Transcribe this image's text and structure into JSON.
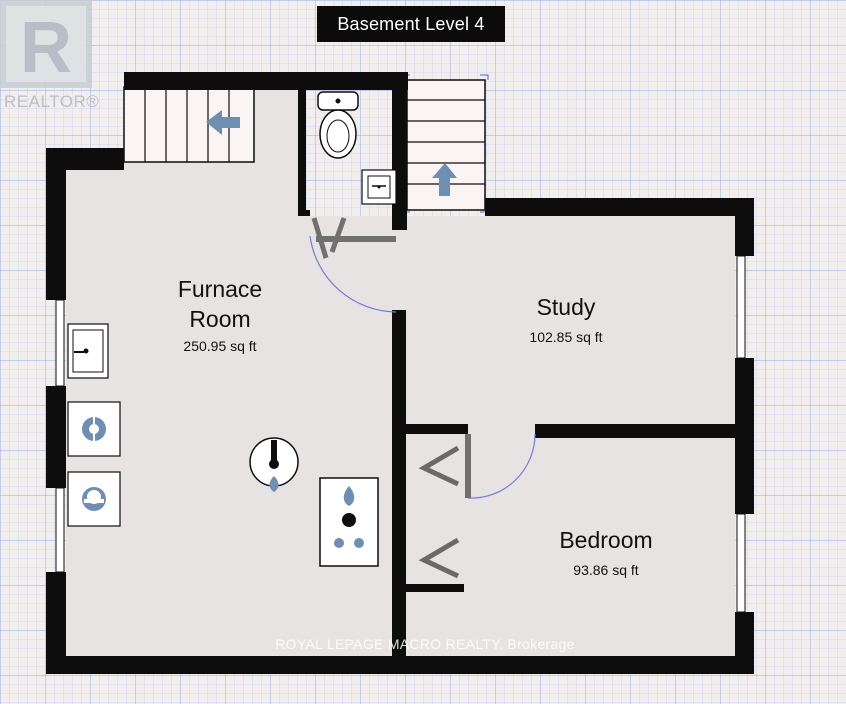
{
  "title": "Basement Level 4",
  "rooms": {
    "furnace": {
      "name_line1": "Furnace",
      "name_line2": "Room",
      "area": "250.95 sq ft"
    },
    "study": {
      "name": "Study",
      "area": "102.85 sq ft"
    },
    "bedroom": {
      "name": "Bedroom",
      "area": "93.86 sq ft"
    }
  },
  "watermark": "ROYAL LEPAGE MACRO REALTY, Brokerage",
  "logo": {
    "text": "REALTOR®",
    "mark": "R"
  },
  "colors": {
    "background": "#f2eeee",
    "grid": "#9fb7ec",
    "wall": "#0d0d0d",
    "stair_fill": "#fbf4f4",
    "arrow": "#6e8eb4",
    "door_arc": "#6f7fd8",
    "closet_door": "#6a6a6a"
  }
}
